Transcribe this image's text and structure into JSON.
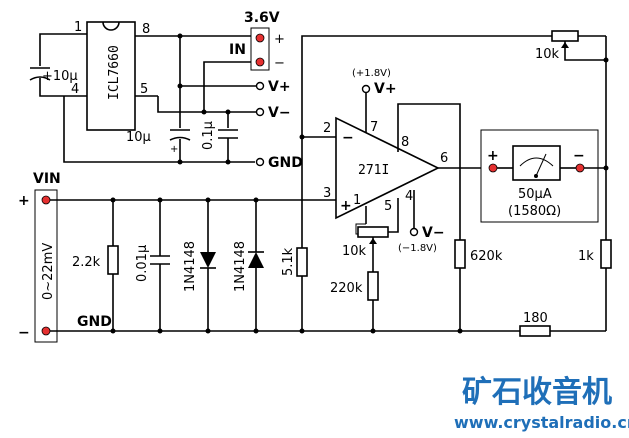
{
  "ic1": {
    "name": "ICL7660",
    "pin1": "1",
    "pin8": "8",
    "pin4": "4",
    "pin5": "5"
  },
  "battery": {
    "voltage": "3.6V",
    "in_label": "IN",
    "plus": "+",
    "minus": "−"
  },
  "cap_10u_left": "+10μ",
  "cap_10u_bottom": "10μ",
  "cap_01u": "0.1μ",
  "cap_plus": "+",
  "outputs": {
    "vplus": "V+",
    "vminus": "V−",
    "gnd": "GND"
  },
  "opamp": {
    "name": "271I",
    "pin2": "2",
    "pin3": "3",
    "pin7": "7",
    "pin8": "8",
    "pin6": "6",
    "pin5": "5",
    "pin1": "1",
    "pin4": "4",
    "minus": "−",
    "plus": "+"
  },
  "supply_labels": {
    "plus_18": "(+1.8V)",
    "vplus": "V+",
    "minus_18": "(−1.8V)",
    "vminus": "V−"
  },
  "input": {
    "label": "VIN",
    "range": "0~22mV",
    "plus": "+",
    "minus": "−",
    "gnd": "GND"
  },
  "components": {
    "r_22k": "2.2k",
    "c_001u": "0.01μ",
    "d1": "1N4148",
    "d2": "1N4148",
    "r_51k": "5.1k",
    "pot_10k_offset": "10k",
    "r_220k": "220k",
    "r_620k": "620k",
    "pot_10k_fb": "10k",
    "r_1k": "1k",
    "r_180": "180"
  },
  "meter": {
    "plus": "+",
    "minus": "−",
    "rating": "50μA",
    "resistance": "(1580Ω)"
  },
  "watermark": {
    "title": "矿石收音机",
    "url": "www.crystalradio.cn"
  }
}
